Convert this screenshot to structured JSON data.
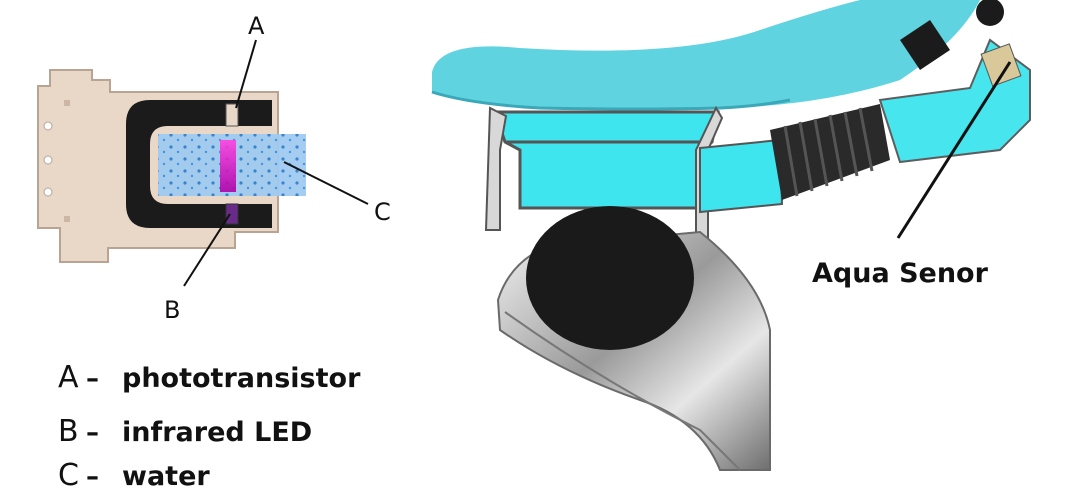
{
  "sensor_labels": {
    "a": "A",
    "b": "B",
    "c": "C"
  },
  "legend": [
    {
      "key": "A",
      "dash": "–",
      "text": "phototransistor"
    },
    {
      "key": "B",
      "dash": "–",
      "text": "infrared LED"
    },
    {
      "key": "C",
      "dash": "–",
      "text": "water"
    }
  ],
  "callout": "Aqua Senor",
  "colors": {
    "board": "#e9d8c8",
    "housing": "#1b1b1b",
    "water": "#5fd3e0",
    "water_pipe": "#3ee4ee",
    "led_beam": "#e020c8",
    "metal": "#c9c9c9"
  }
}
